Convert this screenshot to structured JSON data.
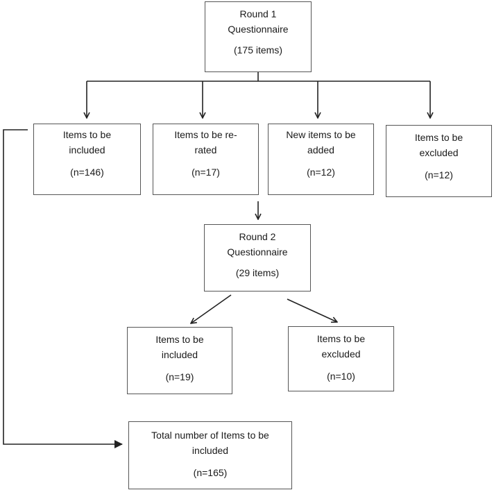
{
  "nodes": {
    "round1": {
      "lines": [
        "Round 1",
        "Questionnaire"
      ],
      "count": "(175 items)"
    },
    "included1": {
      "lines": [
        "Items to be",
        "included"
      ],
      "count": "(n=146)"
    },
    "rerated": {
      "lines": [
        "Items to be re-",
        "rated"
      ],
      "count": "(n=17)"
    },
    "new_items": {
      "lines": [
        "New items to be",
        "added"
      ],
      "count": "(n=12)"
    },
    "excluded1": {
      "lines": [
        "Items to be",
        "excluded"
      ],
      "count": "(n=12)"
    },
    "round2": {
      "lines": [
        "Round 2",
        "Questionnaire"
      ],
      "count": "(29 items)"
    },
    "included2": {
      "lines": [
        "Items to be",
        "included"
      ],
      "count": "(n=19)"
    },
    "excluded2": {
      "lines": [
        "Items to be",
        "excluded"
      ],
      "count": "(n=10)"
    },
    "total": {
      "lines": [
        "Total number of Items to be",
        "included"
      ],
      "count": "(n=165)"
    }
  }
}
